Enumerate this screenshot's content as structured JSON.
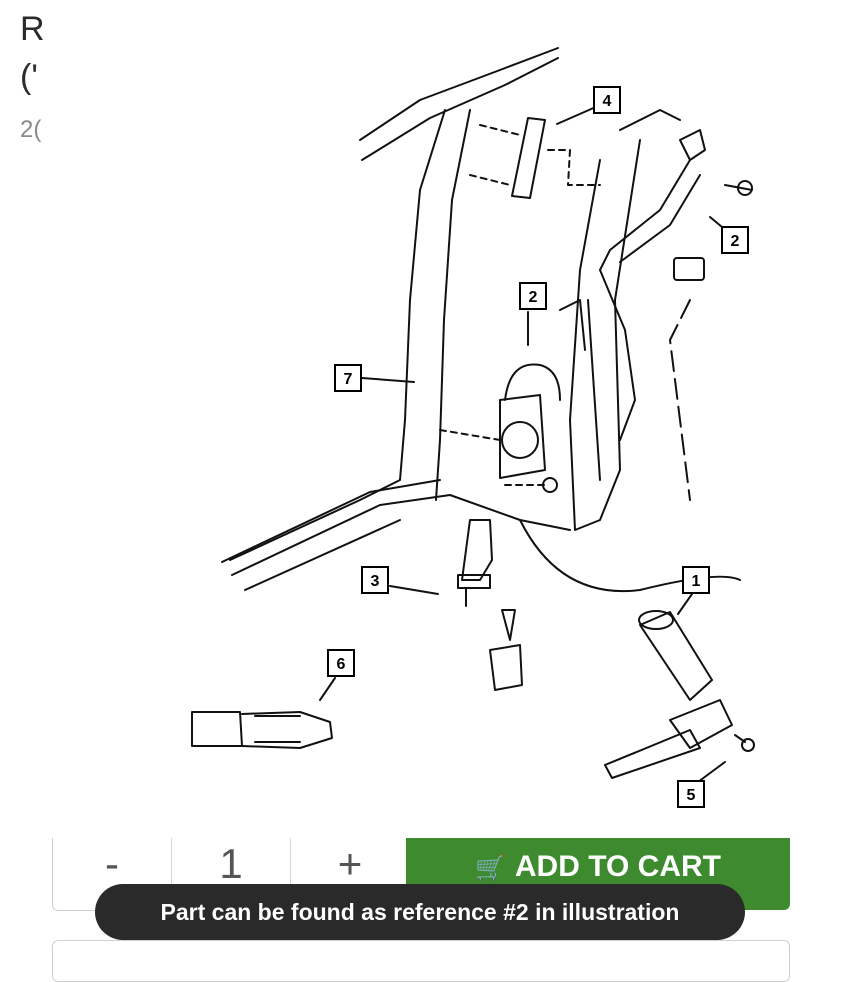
{
  "header": {
    "title_line1": "R",
    "title_line2": "('",
    "subtitle": "2("
  },
  "diagram": {
    "references": [
      "4",
      "2",
      "2",
      "7",
      "3",
      "1",
      "6",
      "5"
    ]
  },
  "quantity": {
    "minus": "-",
    "value": "1",
    "plus": "+"
  },
  "cart": {
    "label": "ADD TO CART",
    "icon": "cart-icon"
  },
  "toast": {
    "message": "Part can be found as reference #2 in illustration"
  }
}
